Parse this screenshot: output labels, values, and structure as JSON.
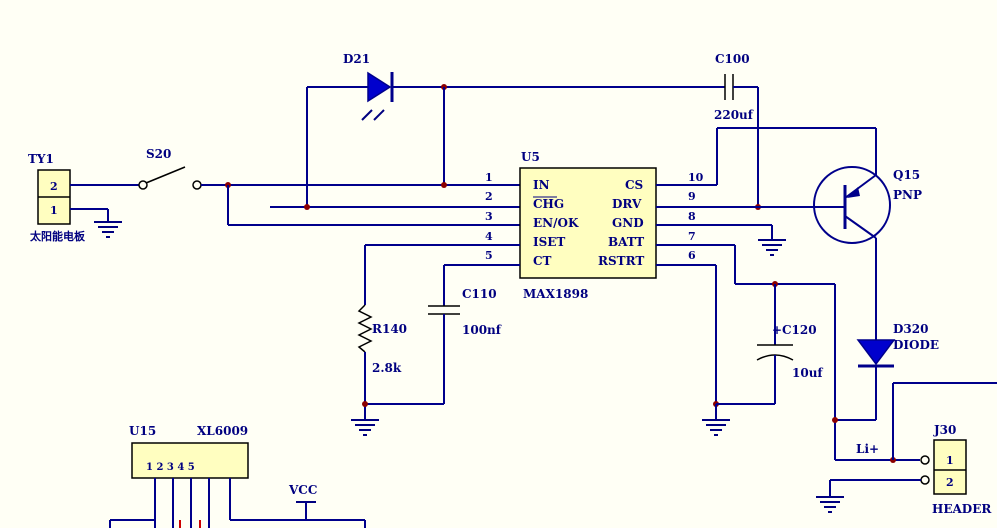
{
  "components": {
    "ty1": {
      "ref": "TY1",
      "pin_top": "2",
      "pin_bottom": "1",
      "label": "太阳能电板"
    },
    "s20": {
      "ref": "S20"
    },
    "d21": {
      "ref": "D21"
    },
    "c100": {
      "ref": "C100",
      "value": "220uf"
    },
    "u5": {
      "ref": "U5",
      "part": "MAX1898",
      "left_pins": [
        {
          "num": "1",
          "name": "IN"
        },
        {
          "num": "2",
          "name": "CHG"
        },
        {
          "num": "3",
          "name": "EN/OK"
        },
        {
          "num": "4",
          "name": "ISET"
        },
        {
          "num": "5",
          "name": "CT"
        }
      ],
      "right_pins": [
        {
          "num": "10",
          "name": "CS"
        },
        {
          "num": "9",
          "name": "DRV"
        },
        {
          "num": "8",
          "name": "GND"
        },
        {
          "num": "7",
          "name": "BATT"
        },
        {
          "num": "6",
          "name": "RSTRT"
        }
      ]
    },
    "q15": {
      "ref": "Q15",
      "type": "PNP"
    },
    "r140": {
      "ref": "R140",
      "value": "2.8k"
    },
    "c110": {
      "ref": "C110",
      "value": "100nf"
    },
    "c120": {
      "ref": "C120",
      "value": "10uf",
      "polarity": "+"
    },
    "d320": {
      "ref": "D320",
      "type": "DIODE"
    },
    "net_li": {
      "label": "Li+"
    },
    "j30": {
      "ref": "J30",
      "pin_top": "1",
      "pin_bottom": "2",
      "type": "HEADER"
    },
    "u15": {
      "ref": "U15",
      "part": "XL6009",
      "pins": "1 2 3 4 5"
    },
    "vcc": {
      "label": "VCC"
    }
  },
  "colors": {
    "wire": "#00008b",
    "text": "#000080",
    "part_fill": "#fffec0",
    "led_fill": "#0000cd",
    "background": "#fffff5"
  }
}
